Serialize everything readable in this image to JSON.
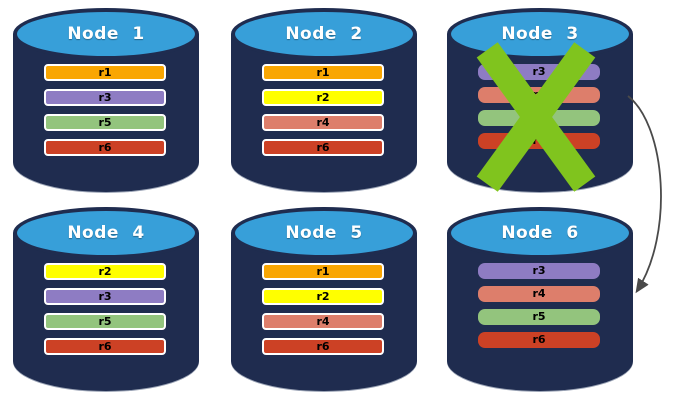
{
  "diagram": {
    "description": "replication-failover-diagram",
    "nodes": [
      {
        "name": "Node 1",
        "failed": false,
        "replicas": [
          {
            "label": "r1",
            "color": "#F9A602"
          },
          {
            "label": "r3",
            "color": "#8E7CC3"
          },
          {
            "label": "r5",
            "color": "#93C47D"
          },
          {
            "label": "r6",
            "color": "#CC4125"
          }
        ]
      },
      {
        "name": "Node 2",
        "failed": false,
        "replicas": [
          {
            "label": "r1",
            "color": "#F9A602"
          },
          {
            "label": "r2",
            "color": "#FFFF00"
          },
          {
            "label": "r4",
            "color": "#DD7E6B"
          },
          {
            "label": "r6",
            "color": "#CC4125"
          }
        ]
      },
      {
        "name": "Node 3",
        "failed": true,
        "replicas": [
          {
            "label": "r3",
            "color": "#8E7CC3"
          },
          {
            "label": "r4",
            "color": "#DD7E6B"
          },
          {
            "label": "r5",
            "color": "#93C47D"
          },
          {
            "label": "r6",
            "color": "#CC4125"
          }
        ]
      },
      {
        "name": "Node 4",
        "failed": false,
        "replicas": [
          {
            "label": "r2",
            "color": "#FFFF00"
          },
          {
            "label": "r3",
            "color": "#8E7CC3"
          },
          {
            "label": "r5",
            "color": "#93C47D"
          },
          {
            "label": "r6",
            "color": "#CC4125"
          }
        ]
      },
      {
        "name": "Node 5",
        "failed": false,
        "replicas": [
          {
            "label": "r1",
            "color": "#F9A602"
          },
          {
            "label": "r2",
            "color": "#FFFF00"
          },
          {
            "label": "r4",
            "color": "#DD7E6B"
          },
          {
            "label": "r6",
            "color": "#CC4125"
          }
        ]
      },
      {
        "name": "Node 6",
        "failed": false,
        "replicas": [
          {
            "label": "r3",
            "color": "#8E7CC3"
          },
          {
            "label": "r4",
            "color": "#DD7E6B"
          },
          {
            "label": "r5",
            "color": "#93C47D"
          },
          {
            "label": "r6",
            "color": "#CC4125"
          }
        ]
      }
    ],
    "arrow": {
      "from": "Node 3",
      "to": "Node 6"
    },
    "colors": {
      "cylinder_body": "#1F2C4F",
      "cylinder_top": "#379FD9",
      "node_title_text": "#FFFFFF",
      "bar_border": "#FFFFFF",
      "bar_label_text": "#000000",
      "failure_x": "#80C41E",
      "arrow": "#4A4A4A",
      "background": "#FFFFFF"
    }
  }
}
